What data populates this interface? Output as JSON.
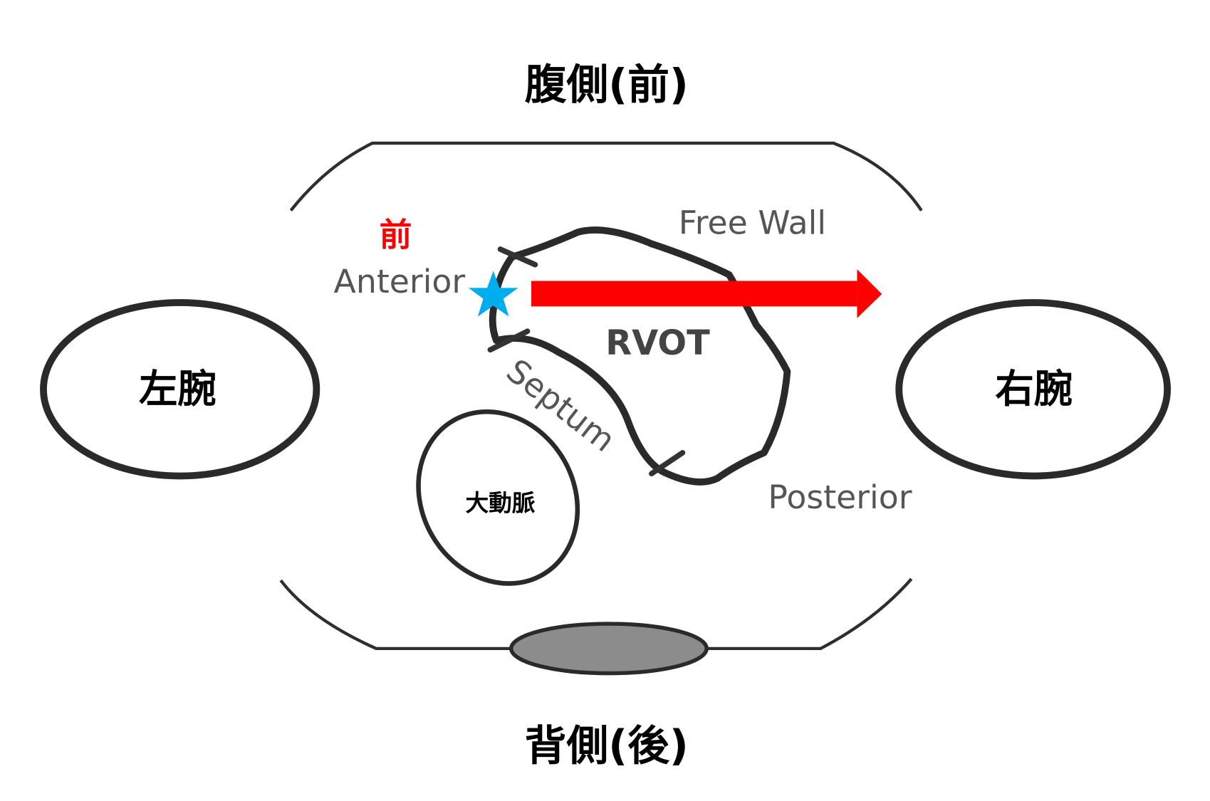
{
  "labels": {
    "ventral": "腹側(前)",
    "dorsal": "背側(後)",
    "left_arm": "左腕",
    "right_arm": "右腕",
    "aorta": "大動脈",
    "anterior_jp": "前",
    "anterior": "Anterior",
    "free_wall": "Free Wall",
    "rvot": "RVOT",
    "septum": "Septum",
    "posterior": "Posterior"
  },
  "markers": {
    "star_icon": "★",
    "arrow_direction": "right"
  },
  "colors": {
    "star": "#00AEEF",
    "arrow": "#FF0000",
    "anterior_jp": "#FF0000",
    "spine_fill": "#8C8C8C"
  }
}
